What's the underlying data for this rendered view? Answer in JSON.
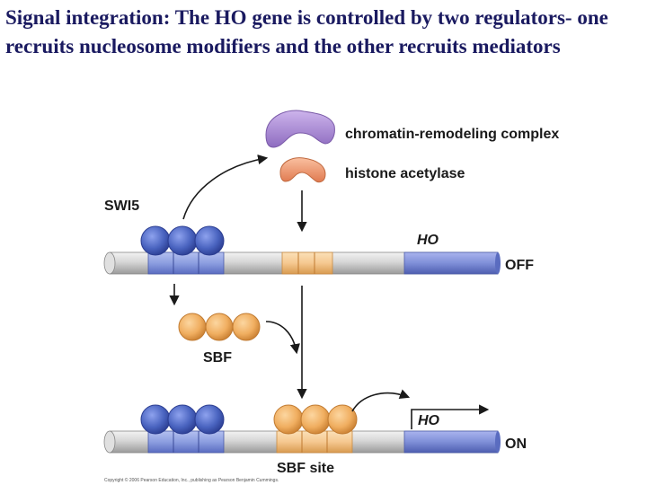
{
  "title": "Signal integration: The HO gene is controlled by two regulators- one recruits nucleosome modifiers and the other recruits mediators",
  "labels": {
    "chromatin_remodeling_complex": "chromatin-remodeling complex",
    "histone_acetylase": "histone acetylase",
    "swi5": "SWI5",
    "ho_top": "HO",
    "off": "OFF",
    "sbf": "SBF",
    "ho_bottom": "HO",
    "on": "ON",
    "sbf_site": "SBF site"
  },
  "copyright": "Copyright © 2006 Pearson Education, Inc., publishing as Pearson Benjamin Cummings.",
  "colors": {
    "title": "#1a1a60",
    "swi5_protein": "#4a64c0",
    "swi5_site": "#8c9ee0",
    "sbf_protein": "#f0ae60",
    "sbf_site": "#f5c890",
    "ho_gene": "#7f8fd8",
    "chromatin_complex": "#a88ad0",
    "histone_acetylase": "#f09a70",
    "dna": "#d2d2d2"
  }
}
